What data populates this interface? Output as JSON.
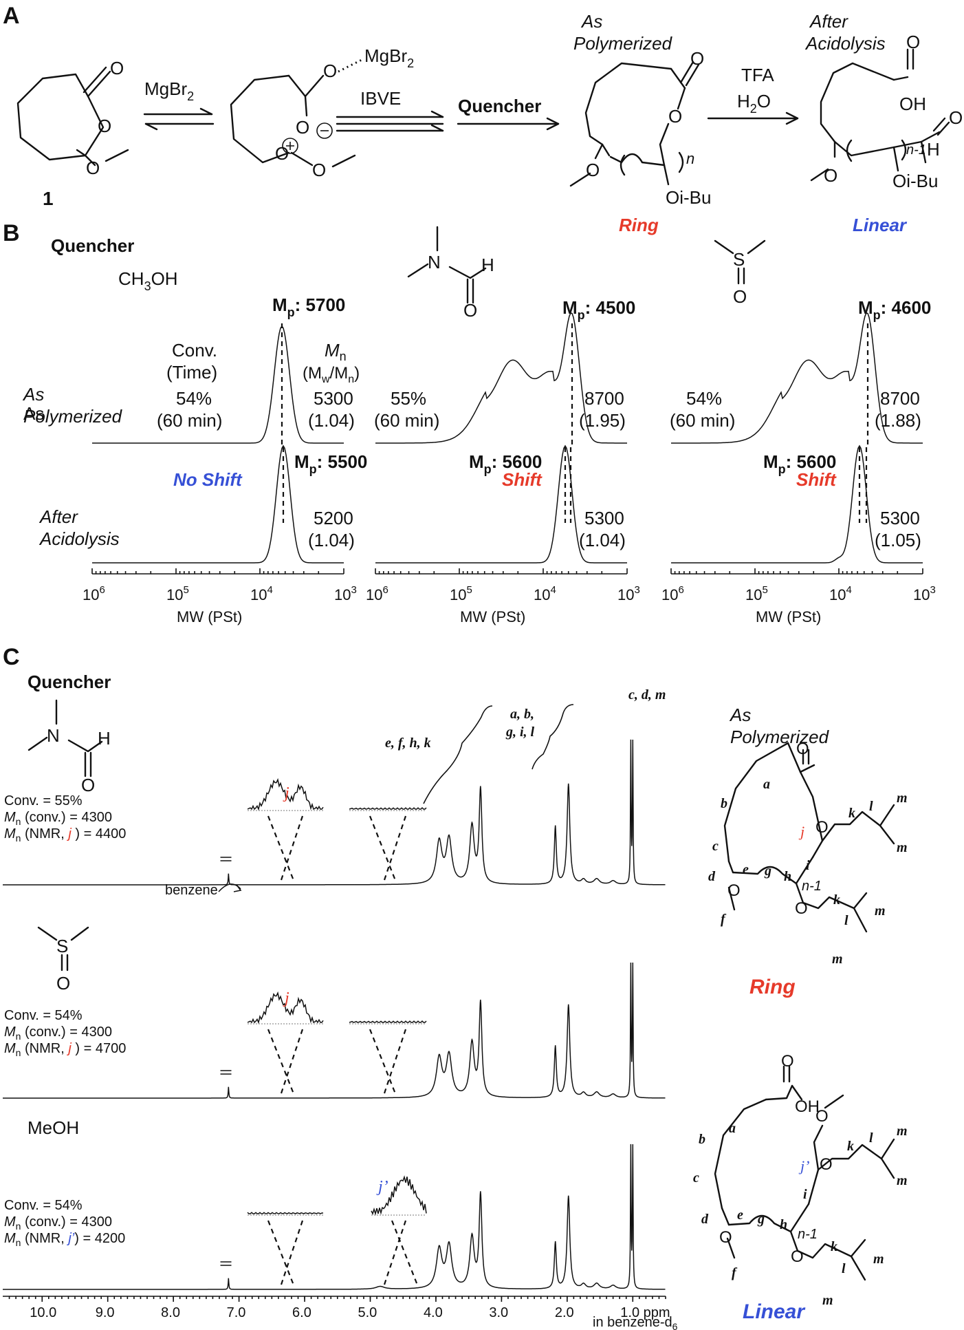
{
  "panel_a": {
    "label": "A",
    "compound_number": "1",
    "mgbr2": "MgBr",
    "mgbr2_complex": "MgBr",
    "sub2": "2",
    "ibve": "IBVE",
    "quencher": "Quencher",
    "tfa": "TFA",
    "h2o": "H",
    "h2o_tail": "O",
    "as_polymerized_1": "As",
    "as_polymerized_2": "Polymerized",
    "after_acidolysis_1": "After",
    "after_acidolysis_2": "Acidolysis",
    "ring": "Ring",
    "linear": "Linear",
    "oibu": "Oi-Bu",
    "oh": "OH",
    "n": "n",
    "n1": "n-1",
    "o": "O",
    "h": "H"
  },
  "panel_b": {
    "label": "B",
    "quencher": "Quencher",
    "methanol": "CH",
    "methanol_sub": "3",
    "methanol_tail": "OH",
    "conv_head": "Conv.",
    "time_head": "(Time)",
    "mn_head": "M",
    "mn_sub": "n",
    "mwmn_head": "(M",
    "mwmn_w": "w",
    "mwmn_mid": "/M",
    "mwmn_n": "n",
    "mwmn_close": ")",
    "as_pol_1": "As",
    "as_pol_2": "Polymerized",
    "after_1": "After",
    "after_2": "Acidolysis",
    "axis_label": "MW (PSt)",
    "ticks": [
      "10",
      "10",
      "10",
      "10"
    ],
    "tick_exp": [
      "6",
      "5",
      "4",
      "3"
    ],
    "mp_prefix": "M",
    "mp_sub": "p",
    "columns": [
      {
        "mp_top": ": 5700",
        "mp_bottom": ": 5500",
        "conv": "54%",
        "time": "(60 min)",
        "mn_top": "5300",
        "disp_top": "(1.04)",
        "mn_bottom": "5200",
        "disp_bottom": "(1.04)",
        "shift": "No Shift"
      },
      {
        "mp_top": ": 4500",
        "mp_bottom": ": 5600",
        "conv": "55%",
        "time": "(60 min)",
        "mn_top": "8700",
        "disp_top": "(1.95)",
        "mn_bottom": "5300",
        "disp_bottom": "(1.04)",
        "shift": "Shift"
      },
      {
        "mp_top": ": 4600",
        "mp_bottom": ": 5600",
        "conv": "54%",
        "time": "(60 min)",
        "mn_top": "8700",
        "disp_top": "(1.88)",
        "mn_bottom": "5300",
        "disp_bottom": "(1.05)",
        "shift": "Shift"
      }
    ]
  },
  "panel_c": {
    "label": "C",
    "quencher": "Quencher",
    "benzene": "benzene",
    "meoh": "MeOH",
    "as_pol_1": "As",
    "as_pol_2": "Polymerized",
    "ring": "Ring",
    "linear": "Linear",
    "ppm_axis": [
      "10.0",
      "9.0",
      "8.0",
      "7.0",
      "6.0",
      "5.0",
      "4.0",
      "3.0",
      "2.0",
      "1.0 ppm"
    ],
    "solvent_label": "in benzene-d",
    "solvent_sub": "6",
    "peak_labels": {
      "efhk": "e, f, h, k",
      "abgil_1": "a, b,",
      "abgil_2": "g, i, l",
      "cdm": "c, d, m",
      "j": "j",
      "jp": "j’"
    },
    "spectra": [
      {
        "conv": "Conv. = 55%",
        "mn_conv": " (conv.) = 4300",
        "mn_nmr_pre": " (NMR, ",
        "mn_nmr_j": "j",
        "mn_nmr_post": " ) = 4400"
      },
      {
        "conv": "Conv. = 54%",
        "mn_conv": " (conv.) = 4300",
        "mn_nmr_pre": " (NMR, ",
        "mn_nmr_j": "j",
        "mn_nmr_post": " ) = 4700"
      },
      {
        "conv": "Conv. = 54%",
        "mn_conv": " (conv.) = 4300",
        "mn_nmr_pre": " (NMR, ",
        "mn_nmr_j": "j’",
        "mn_nmr_post": ")  = 4200"
      }
    ],
    "struct_labels": {
      "a": "a",
      "b": "b",
      "c": "c",
      "d": "d",
      "e": "e",
      "f": "f",
      "g": "g",
      "h": "h",
      "i": "i",
      "j": "j",
      "jp": "j’",
      "k": "k",
      "l": "l",
      "m": "m",
      "n1": "n-1",
      "o": "O",
      "oh": "OH"
    },
    "mn_letter": "M",
    "mn_sub": "n"
  },
  "dmf": {
    "n": "N",
    "o": "O",
    "h": "H"
  },
  "dmso": {
    "s": "S",
    "o": "O"
  }
}
